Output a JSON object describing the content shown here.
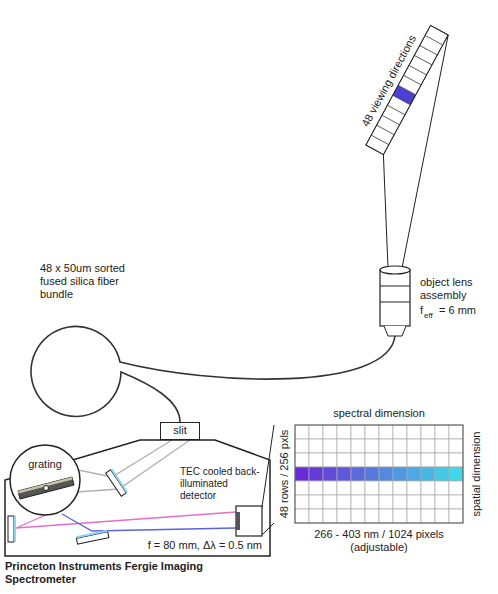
{
  "diagram": {
    "nodes": [
      {
        "text": [
          "TEC cooled back-illuminated detector",
          "f = 80 mm, Δλ = 0.5 nm",
          "Princeton Instruments Fergie Imaging Spectrometer"
        ]
      },
      {
        "text": [
          "slit"
        ]
      },
      {
        "text": [
          "grating"
        ],
        "in": 0
      }
    ],
    "labels": [
      "48 viewing directions",
      "object lens assembly",
      "f",
      "eff",
      "= 6 mm",
      "48 x 50um sorted fused silica fiber bundle",
      "spectral dimension",
      "48 rows / 256 pxls",
      "spatial dimension",
      "266 - 403 nm / 1024 pixels (adjustable)"
    ]
  }
}
